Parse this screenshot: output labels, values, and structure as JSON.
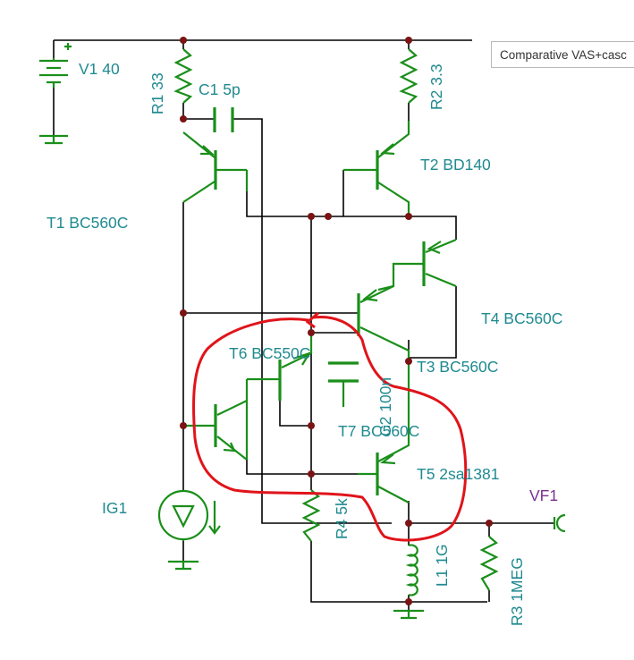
{
  "tab": {
    "label": "Comparative VAS+casc"
  },
  "components": {
    "V1": "V1 40",
    "R1": "R1 33",
    "C1": "C1 5p",
    "R2": "R2 3.3",
    "T2": "T2 BD140",
    "T1": "T1 BC560C",
    "T4": "T4 BC560C",
    "T6": "T6 BC550C",
    "C2": "C2 100n",
    "T3": "T3 BC560C",
    "T7": "T7 BC560C",
    "T5": "T5 2sa1381",
    "IG1": "IG1",
    "R4": "R4 5k",
    "VF1": "VF1",
    "L1": "L1 1G",
    "R3": "R3 1MEG"
  },
  "colors": {
    "wire": "#000000",
    "component": "#1a8f1a",
    "label": "#1f8a90",
    "probe_label": "#7a3090",
    "node": "#7a1414",
    "highlight": "#e0141a"
  }
}
